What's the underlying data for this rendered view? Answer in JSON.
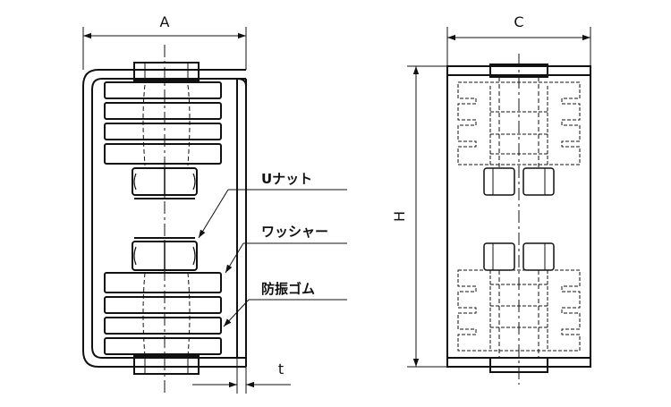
{
  "dimensions": {
    "width_label": "A",
    "depth_label": "C",
    "height_label": "H",
    "thickness_label": "t"
  },
  "parts": {
    "u_nut": "Uナット",
    "washer": "ワッシャー",
    "rubber": "防振ゴム"
  },
  "colors": {
    "line": "#111111",
    "background": "#ffffff"
  }
}
